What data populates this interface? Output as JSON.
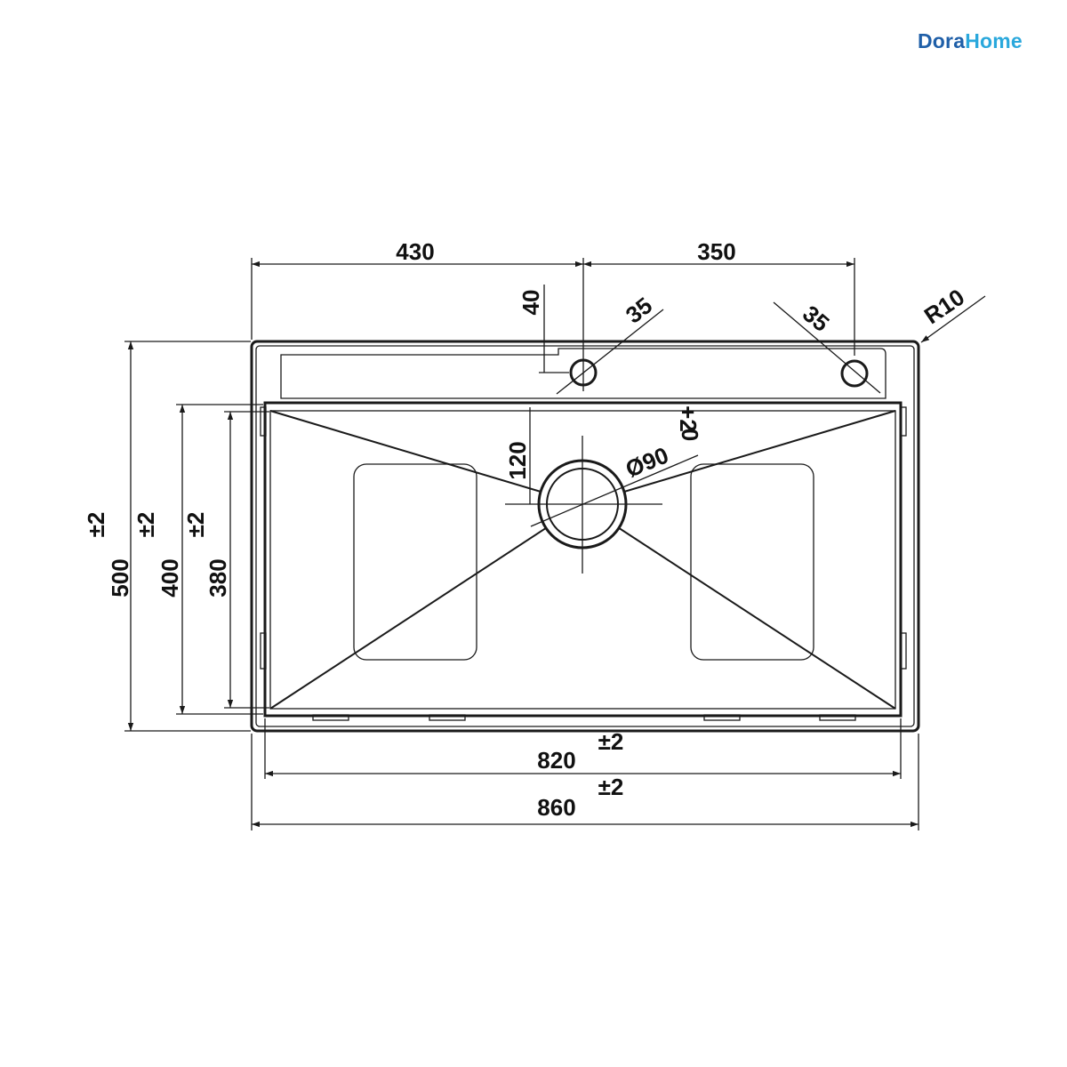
{
  "brand": {
    "text_dark": "Dora",
    "text_light": "Home",
    "color_dark": "#1f5fa8",
    "color_light": "#2aa8dc"
  },
  "dimensions": {
    "top_left_width": "430",
    "top_right_width": "350",
    "tap_hole_offset": "40",
    "tap_hole_1_diameter": "35",
    "tap_hole_2_diameter": "35",
    "corner_radius": "R10",
    "drain_offset": "120",
    "drain_diameter": "Ø90",
    "drain_tolerance_plus": "+2",
    "drain_tolerance_zero": "0",
    "overall_height": "500",
    "overall_height_tol": "±2",
    "inner_height": "400",
    "inner_height_tol": "±2",
    "bowl_height": "380",
    "bowl_height_tol": "±2",
    "inner_width": "820",
    "inner_width_tol": "±2",
    "overall_width": "860",
    "overall_width_tol": "±2"
  },
  "colors": {
    "line": "#1a1a1a",
    "background": "#ffffff"
  }
}
